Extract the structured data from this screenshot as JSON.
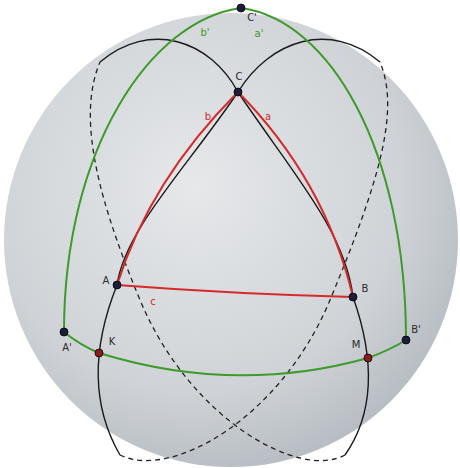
{
  "diagram": {
    "labels": [
      "C'",
      "b'",
      "a'",
      "C",
      "b",
      "a",
      "A",
      "c",
      "B",
      "A'",
      "K",
      "M",
      "B'"
    ]
  }
}
